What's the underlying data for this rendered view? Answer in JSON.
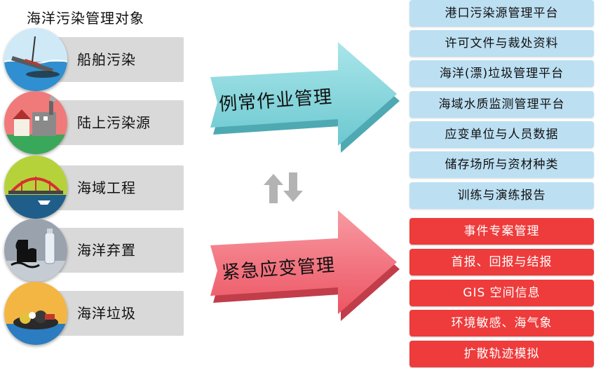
{
  "title": "海洋污染管理对象",
  "sources": [
    {
      "label": "船舶污染",
      "icon": "ship-icon"
    },
    {
      "label": "陆上污染源",
      "icon": "factory-icon"
    },
    {
      "label": "海域工程",
      "icon": "bridge-icon"
    },
    {
      "label": "海洋弃置",
      "icon": "dumping-icon"
    },
    {
      "label": "海洋垃圾",
      "icon": "garbage-icon"
    }
  ],
  "routine": {
    "label": "例常作业管理",
    "color": "#7fd6dc",
    "items": [
      "港口污染源管理平台",
      "许可文件与裁处资料",
      "海洋(漂)垃圾管理平台",
      "海域水质监测管理平台",
      "应变单位与人员数据",
      "储存场所与资材种类",
      "训练与演练报告"
    ]
  },
  "emergency": {
    "label": "紧急应变管理",
    "color": "#f26b75",
    "items": [
      "事件专案管理",
      "首报、回报与结报",
      "GIS 空间信息",
      "环境敏感、海气象",
      "扩散轨迹模拟"
    ]
  },
  "colors": {
    "routine_box": "#bcdff2",
    "emergency_box": "#ee3b3b",
    "source_bar": "#d9d9d9"
  }
}
